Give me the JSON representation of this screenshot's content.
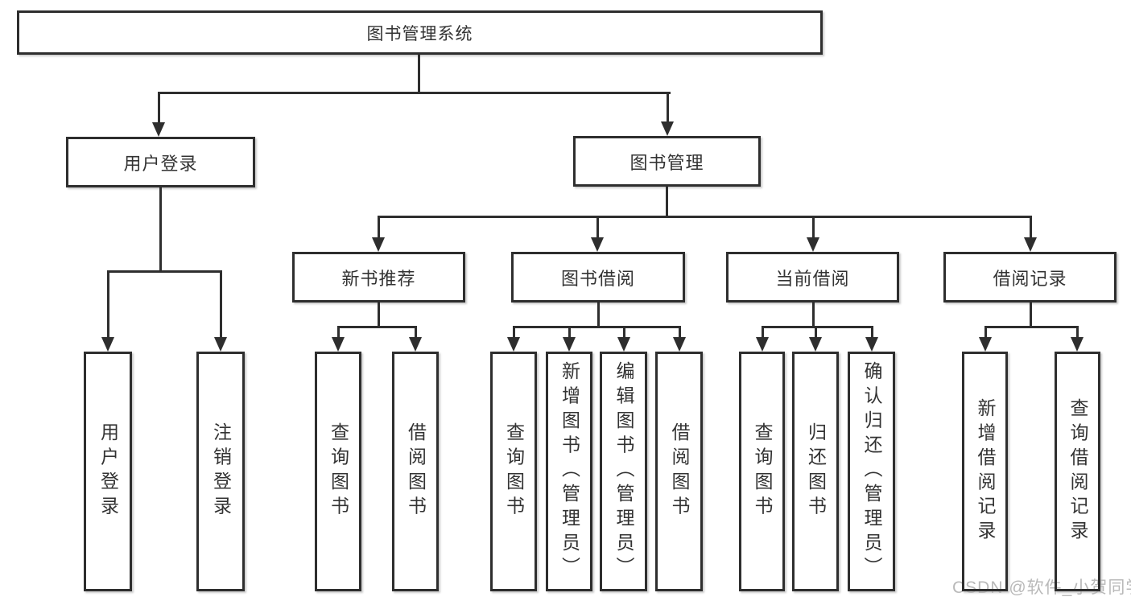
{
  "diagram": {
    "root": {
      "label": "图书管理系统"
    },
    "level2": [
      {
        "label": "用户登录"
      },
      {
        "label": "图书管理"
      }
    ],
    "level3": [
      {
        "label": "新书推荐"
      },
      {
        "label": "图书借阅"
      },
      {
        "label": "当前借阅"
      },
      {
        "label": "借阅记录"
      }
    ],
    "leaves": {
      "user_login": [
        {
          "label": "用户登录"
        },
        {
          "label": "注销登录"
        }
      ],
      "new_book": [
        {
          "label": "查询图书"
        },
        {
          "label": "借阅图书"
        }
      ],
      "book_borrow": [
        {
          "label": "查询图书"
        },
        {
          "label": "新增图书（管理员）"
        },
        {
          "label": "编辑图书（管理员）"
        },
        {
          "label": "借阅图书"
        }
      ],
      "current_borrow": [
        {
          "label": "查询图书"
        },
        {
          "label": "归还图书"
        },
        {
          "label": "确认归还（管理员）"
        }
      ],
      "borrow_records": [
        {
          "label": "新增借阅记录"
        },
        {
          "label": "查询借阅记录"
        }
      ]
    }
  },
  "watermark": "CSDN @软件_小贺同学",
  "colors": {
    "line": "#2e2e2e",
    "text": "#333333",
    "watermark": "#b9b9b9",
    "background": "#ffffff"
  }
}
